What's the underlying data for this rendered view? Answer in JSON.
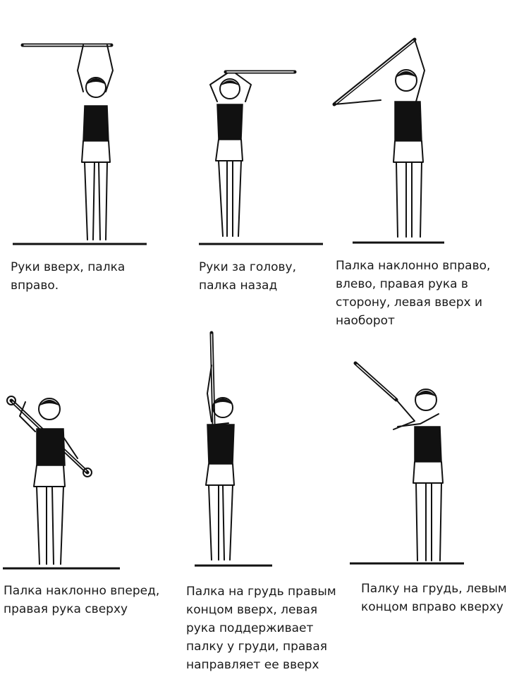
{
  "exercises": [
    {
      "caption": "Руки вверх, палка\nвправо."
    },
    {
      "caption": "Руки за голову,\nпалка назад"
    },
    {
      "caption": "Палка наклонно вправо,\nвлево, правая рука в\nсторону, левая вверх и\nнаоборот"
    },
    {
      "caption": "Палка наклонно вперед,\nправая рука сверху"
    },
    {
      "caption": "Палка на грудь правым\nконцом вверх, левая\nрука поддерживает\nпалку у груди, правая\nнаправляет ее вверх"
    },
    {
      "caption": "Палку на грудь, левым\nконцом вправо кверху"
    }
  ]
}
